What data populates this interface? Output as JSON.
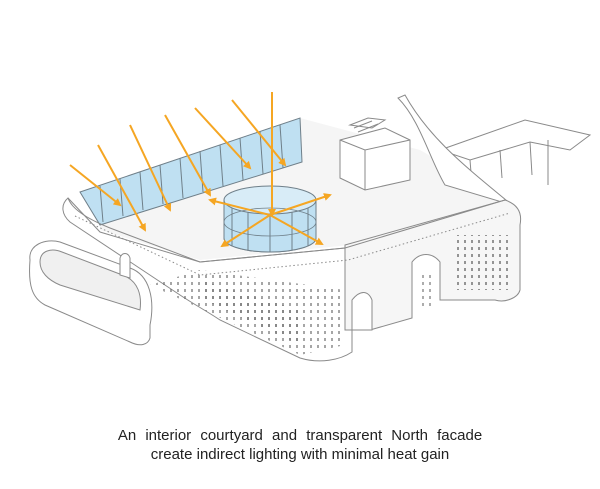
{
  "caption": {
    "line1": "An interior courtyard and transparent North facade",
    "line2": "create indirect lighting with minimal heat gain"
  },
  "colors": {
    "background": "#ffffff",
    "wall": "#ffffff",
    "wall_side": "#f3f3f3",
    "outline": "#8a8a8a",
    "glass": "#bfe0f2",
    "glass_dark": "#9fcbe6",
    "mullion": "#6f7f89",
    "floor": "#f5f5f5",
    "sun_arrow": "#f5a623",
    "caption_text": "#222222"
  },
  "icons": {
    "sun_ray": "arrow",
    "building": "isometric-building",
    "courtyard": "cylinder-glass-courtyard"
  }
}
